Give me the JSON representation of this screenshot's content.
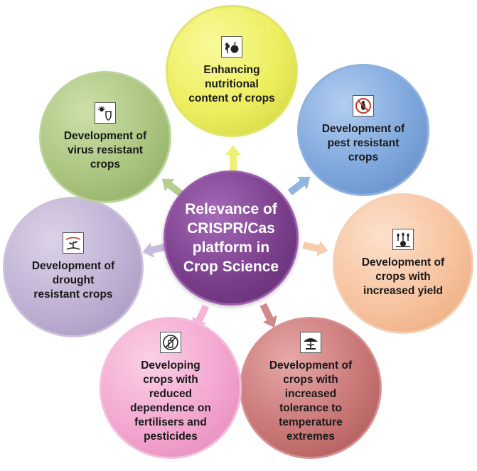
{
  "center": {
    "label": "Relevance of\nCRISPR/Cas\nplatform in\nCrop Science",
    "color": "#7b3f8c"
  },
  "nodes": [
    {
      "id": "nutrition",
      "label": "Enhancing\nnutritional\ncontent of crops",
      "color": "#ecee5e",
      "icon": "wheat-apple-icon"
    },
    {
      "id": "pest",
      "label": "Development of\npest resistant\ncrops",
      "color": "#7ea7dc",
      "icon": "no-pest-icon"
    },
    {
      "id": "yield",
      "label": "Development of\ncrops with\nincreased yield",
      "color": "#f7c39f",
      "icon": "yield-money-icon"
    },
    {
      "id": "temperature",
      "label": "Development of\ncrops with\nincreased\ntolerance to\ntemperature\nextremes",
      "color": "#c97676",
      "icon": "umbrella-plant-icon"
    },
    {
      "id": "fertiliser",
      "label": "Developing\ncrops with\nreduced\ndependence on\nfertilisers and\npesticides",
      "color": "#f3a6cf",
      "icon": "no-spray-icon"
    },
    {
      "id": "drought",
      "label": "Development of\ndrought\nresistant crops",
      "color": "#bfb0d3",
      "icon": "drought-plant-icon"
    },
    {
      "id": "virus",
      "label": "Development of\nvirus resistant\ncrops",
      "color": "#a9c47f",
      "icon": "virus-shield-icon"
    }
  ]
}
